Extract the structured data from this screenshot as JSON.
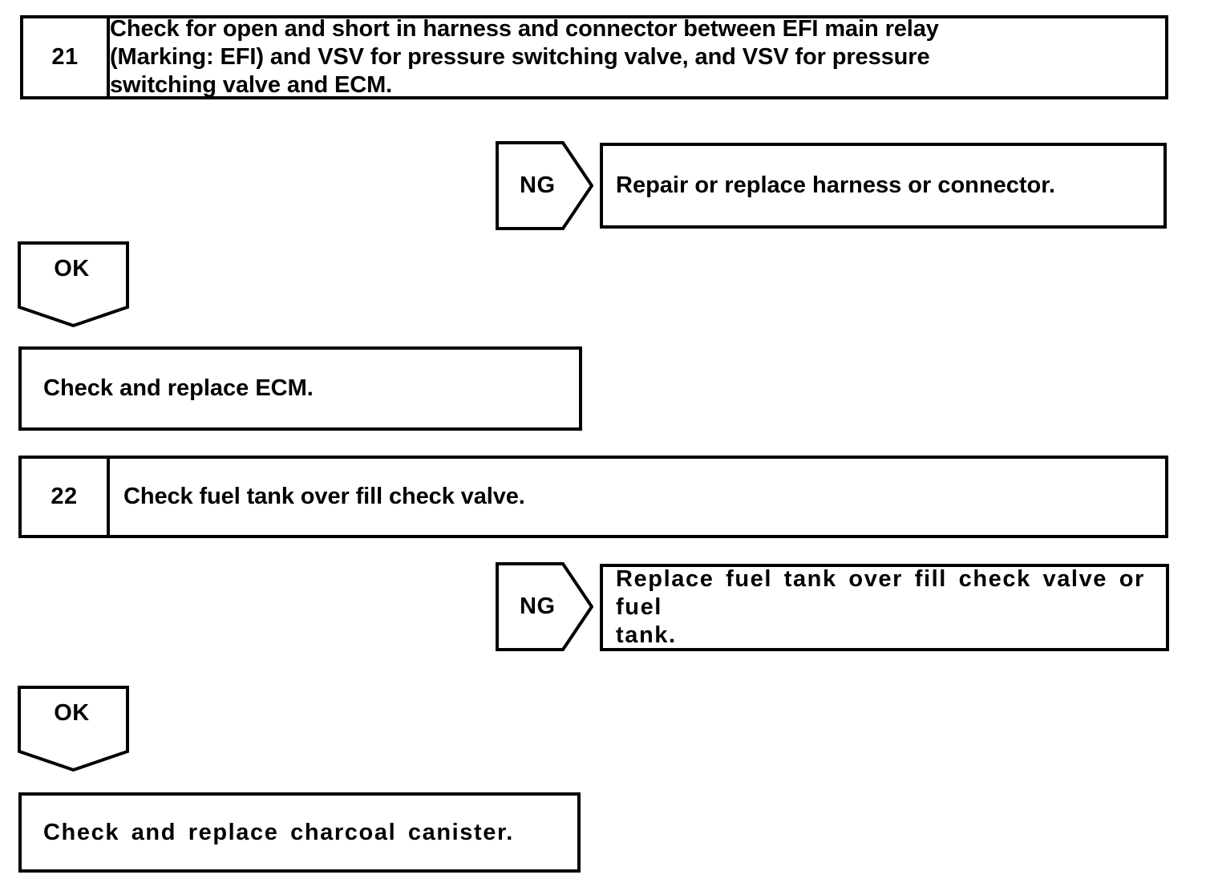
{
  "document": {
    "title": "Fuel Evaporative Emission Control Troubleshooting Flowchart",
    "ink_color": "#000000",
    "paper_color": "#ffffff"
  },
  "steps": [
    {
      "number": "21",
      "lines": [
        "Check for open and short in harness and connector between EFI main relay",
        "(Marking: EFI) and VSV for pressure switching valve, and VSV for pressure",
        "switching valve and ECM."
      ]
    },
    {
      "number": "22",
      "lines": [
        "Check fuel tank over fill check valve."
      ]
    }
  ],
  "branches": [
    {
      "flag": "NG",
      "lines": [
        "Repair or replace harness or connector."
      ]
    },
    {
      "flag": "NG",
      "lines": [
        "Replace fuel tank over fill check valve or fuel",
        "tank."
      ]
    }
  ],
  "continuations": [
    {
      "flag": "OK",
      "lines": [
        "Check and replace ECM."
      ]
    },
    {
      "flag": "OK",
      "lines": [
        "Check  and  replace  charcoal  canister."
      ]
    }
  ]
}
